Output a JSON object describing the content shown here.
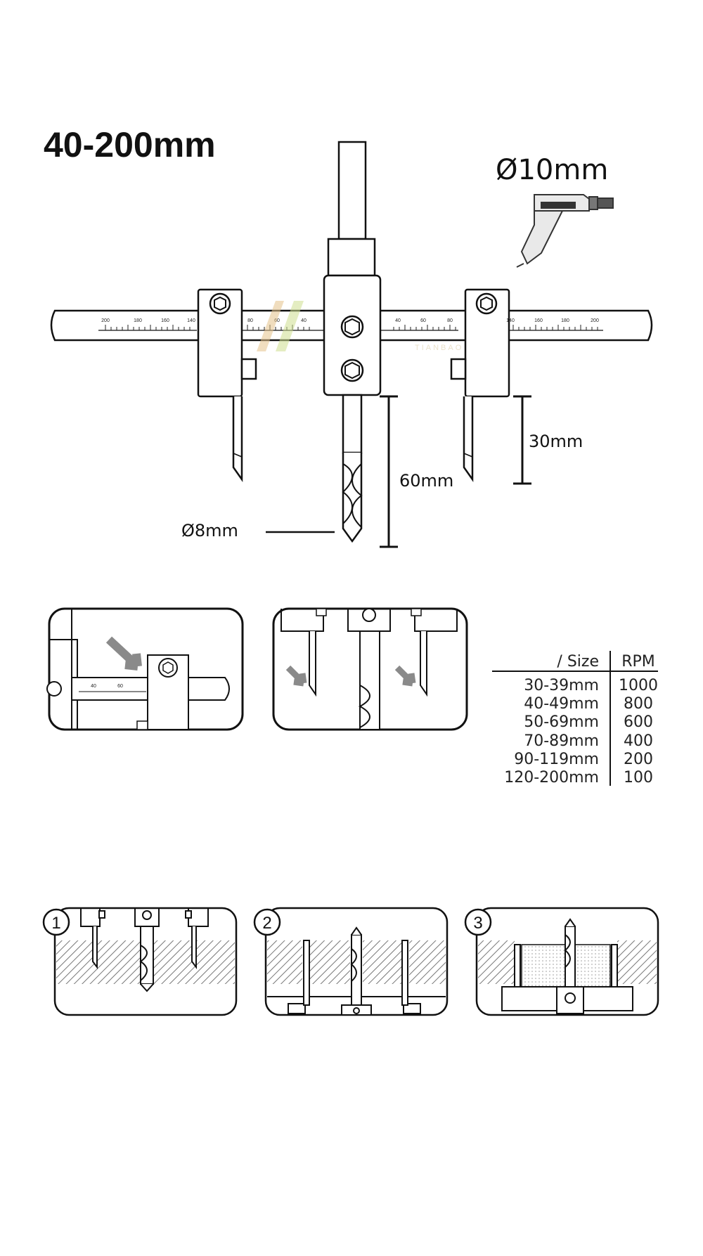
{
  "title": "40-200mm",
  "drill_size": "Ø10mm",
  "pilot_diameter": "Ø8mm",
  "dimension_60": "60mm",
  "dimension_30": "30mm",
  "ruler_left_ticks": [
    "200",
    "180",
    "160",
    "140",
    "80",
    "60",
    "40"
  ],
  "ruler_right_ticks": [
    "40",
    "60",
    "80",
    "140",
    "160",
    "180",
    "200"
  ],
  "detail_ruler_ticks": [
    "40",
    "60"
  ],
  "watermark": "TIANBAO",
  "rpm_table": {
    "headers": [
      "/ Size",
      "RPM"
    ],
    "rows": [
      [
        "30-39mm",
        "1000"
      ],
      [
        "40-49mm",
        "800"
      ],
      [
        "50-69mm",
        "600"
      ],
      [
        "70-89mm",
        "400"
      ],
      [
        "90-119mm",
        "200"
      ],
      [
        "120-200mm",
        "100"
      ]
    ]
  },
  "steps": [
    "1",
    "2",
    "3"
  ],
  "colors": {
    "line": "#111111",
    "arrow": "#8a8a8a",
    "hatch": "#777777",
    "watermark": "#d9c9a0"
  }
}
